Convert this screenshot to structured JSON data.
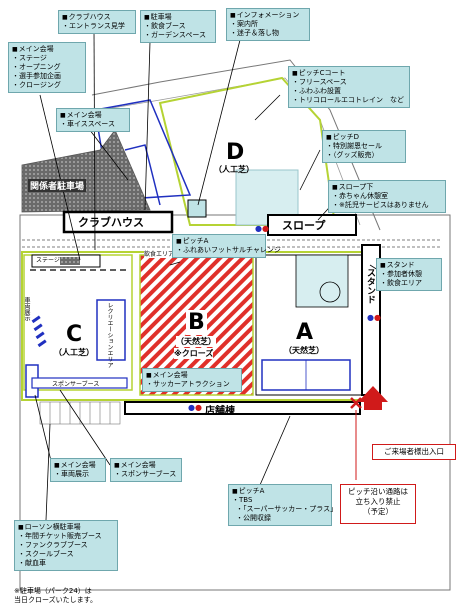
{
  "callouts": {
    "clubhouse": {
      "title": "クラブハウス",
      "items": [
        "エントランス見学"
      ]
    },
    "parking_area": {
      "title": "駐車場",
      "items": [
        "飲食ブース",
        "ガーデンスペース"
      ]
    },
    "information": {
      "title": "インフォメーション",
      "items": [
        "案内所",
        "迷子＆落し物"
      ]
    },
    "main_stage": {
      "title": "メイン会場",
      "items": [
        "ステージ",
        "オープニング",
        "選手参加企画",
        "クロージング"
      ]
    },
    "pitch_c_court": {
      "title": "ピッチCコート",
      "items": [
        "フリースペース",
        "ふわふわ設置",
        "トリコロールエコトレイン　など"
      ]
    },
    "main_wheelchair": {
      "title": "メイン会場",
      "items": [
        "車イススペース"
      ]
    },
    "pitch_d": {
      "title": "ピッチD",
      "items": [
        "特別謝恩セール",
        "（グッズ販売）"
      ]
    },
    "slope_under": {
      "title": "スロープ下",
      "items": [
        "赤ちゃん休憩室",
        "※託児サービスはありません"
      ]
    },
    "stand": {
      "title": "スタンド",
      "items": [
        "参加者休憩",
        "飲食エリア"
      ]
    },
    "pitch_a_futsal": {
      "title": "ピッチA",
      "items": [
        "ふれあいフットサルチャレンジ"
      ]
    },
    "main_attraction": {
      "title": "メイン会場",
      "items": [
        "サッカーアトラクション"
      ]
    },
    "main_vehicle": {
      "title": "メイン会場",
      "items": [
        "車両展示"
      ]
    },
    "main_sponsor": {
      "title": "メイン会場",
      "items": [
        "スポンサーブース"
      ]
    },
    "pitch_a_tbs": {
      "title": "ピッチA",
      "items": [
        "TBS",
        "「スーパーサッカー・プラス」",
        "公開収録"
      ]
    },
    "lawson_parking": {
      "title": "ローソン横駐車場",
      "items": [
        "年間チケット販売ブース",
        "ファンクラブブース",
        "スクールブース",
        "献血車"
      ]
    }
  },
  "parking_note": [
    "※駐車場（パーク24）は",
    "当日クローズいたします。"
  ],
  "entrance_label": "ご来場者様出入口",
  "no_entry_note": [
    "ピッチ沿い通路は",
    "立ち入り禁止",
    "（予定）"
  ],
  "map_labels": {
    "staff_parking": "関係者駐車場",
    "clubhouse": "クラブハウス",
    "slope": "スロープ",
    "stand": "スタンド",
    "shop": "店舗棟",
    "pitch_a_letter": "A",
    "pitch_a_turf": "（天然芝）",
    "pitch_b_letter": "B",
    "pitch_b_turf": "（天然芝）",
    "pitch_b_closed": "※クローズ",
    "pitch_c_letter": "C",
    "pitch_c_turf": "（人工芝）",
    "pitch_d_letter": "D",
    "pitch_d_turf": "（人工芝）",
    "stage": "ステージ",
    "vehicle_display": "車両展示",
    "recreation_area": "レクリエーションエリア",
    "sponsor_booth": "スポンサーブース",
    "food_area": "飲食エリア"
  },
  "colors": {
    "callout_bg": "#bfe3e6",
    "green_line": "#b5d334",
    "blue_line": "#2030c0",
    "red": "#d01a1a",
    "pitch_fill": "#d7eef0",
    "hatched_building": "#8a8a8a"
  }
}
